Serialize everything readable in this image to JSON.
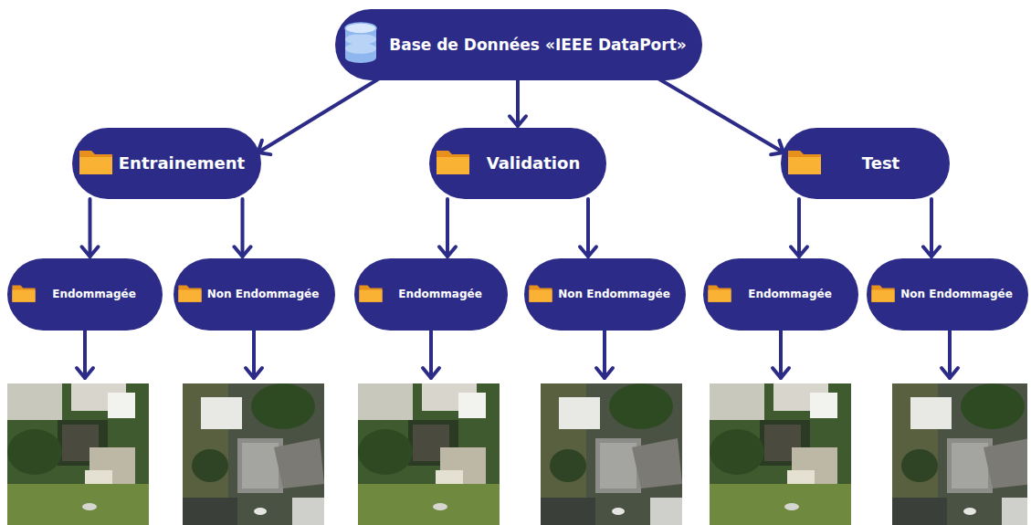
{
  "diagram": {
    "nodes": [
      {
        "text": [
          "Base de Données «IEEE DataPort»"
        ]
      },
      {
        "text": [
          "Entrainement"
        ]
      },
      {
        "text": [
          "Validation"
        ]
      },
      {
        "text": [
          "Test"
        ]
      },
      {
        "text": [
          "Endommagée"
        ]
      },
      {
        "text": [
          "Non Endommagée"
        ]
      },
      {
        "text": [
          "Endommagée"
        ]
      },
      {
        "text": [
          "Non Endommagée"
        ]
      },
      {
        "text": [
          "Endommagée"
        ]
      },
      {
        "text": [
          "Non Endommagée"
        ]
      }
    ],
    "edges": [
      {
        "from": 0,
        "to": 1,
        "arrow": "to"
      },
      {
        "from": 0,
        "to": 2,
        "arrow": "to"
      },
      {
        "from": 0,
        "to": 3,
        "arrow": "to"
      },
      {
        "from": 1,
        "to": 4,
        "arrow": "to"
      },
      {
        "from": 1,
        "to": 5,
        "arrow": "to"
      },
      {
        "from": 2,
        "to": 6,
        "arrow": "to"
      },
      {
        "from": 2,
        "to": 7,
        "arrow": "to"
      },
      {
        "from": 3,
        "to": 8,
        "arrow": "to"
      },
      {
        "from": 3,
        "to": 9,
        "arrow": "to"
      }
    ]
  }
}
